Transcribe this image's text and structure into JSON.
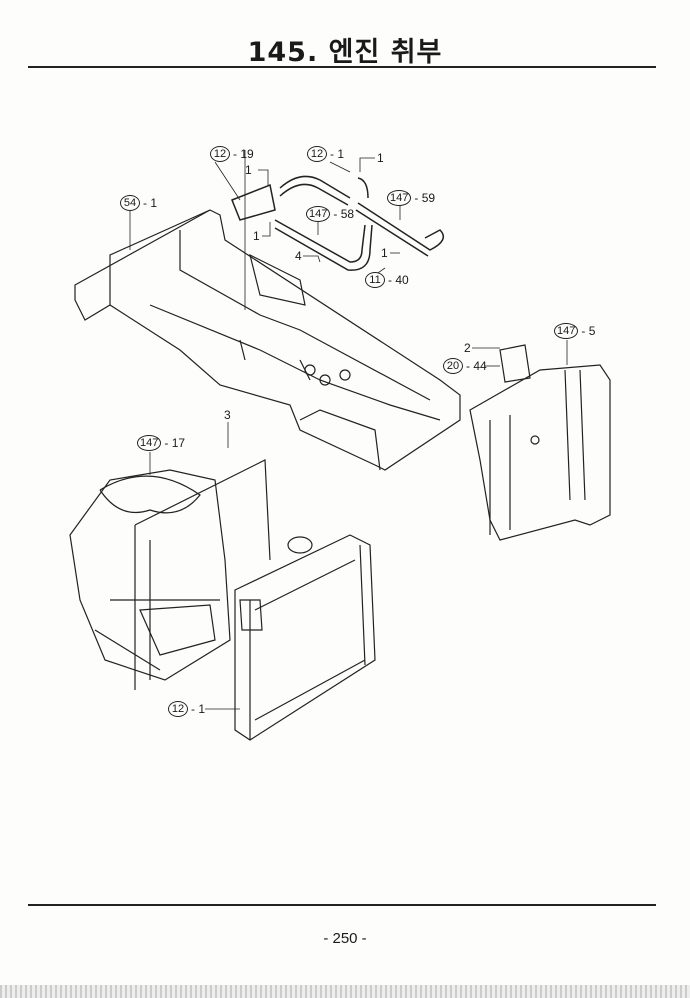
{
  "header": {
    "title": "145. 엔진 취부"
  },
  "footer": {
    "page": "- 250 -"
  },
  "callouts": [
    {
      "ref": "12",
      "suffix": "- 19"
    },
    {
      "ref": "",
      "suffix": "1"
    },
    {
      "ref": "12",
      "suffix": "- 1"
    },
    {
      "ref": "",
      "suffix": "1"
    },
    {
      "ref": "54",
      "suffix": "- 1"
    },
    {
      "ref": "147",
      "suffix": "- 59"
    },
    {
      "ref": "147",
      "suffix": "- 58"
    },
    {
      "ref": "",
      "suffix": "1"
    },
    {
      "ref": "",
      "suffix": "4"
    },
    {
      "ref": "",
      "suffix": "1"
    },
    {
      "ref": "11",
      "suffix": "- 40"
    },
    {
      "ref": "147",
      "suffix": "- 5"
    },
    {
      "ref": "",
      "suffix": "2"
    },
    {
      "ref": "20",
      "suffix": "- 44"
    },
    {
      "ref": "",
      "suffix": "3"
    },
    {
      "ref": "147",
      "suffix": "- 17"
    },
    {
      "ref": "12",
      "suffix": "- 1"
    }
  ]
}
